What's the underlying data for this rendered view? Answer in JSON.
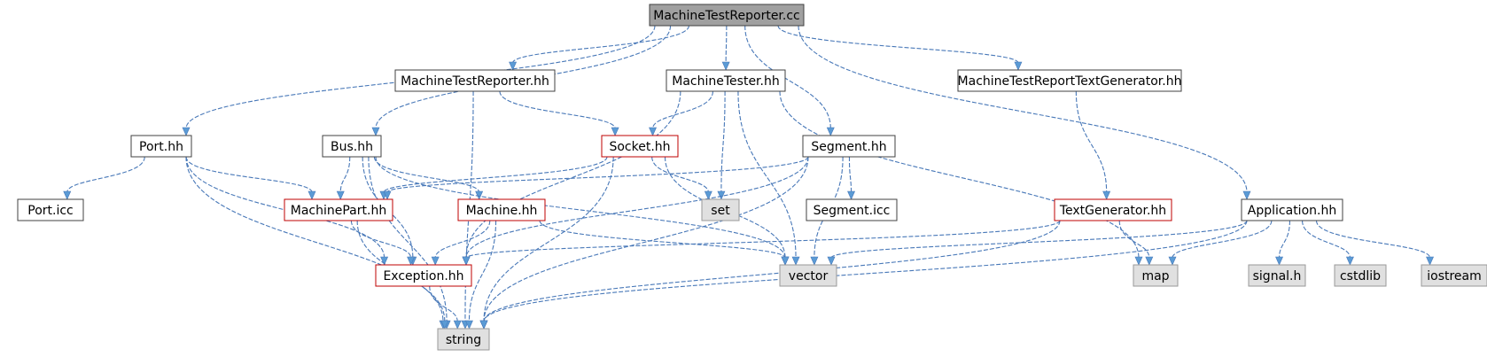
{
  "colors": {
    "edge": "#4878b8",
    "arrow": "#5b9bd5",
    "root_fill": "#a0a0a0",
    "header_fill": "#ffffff",
    "system_fill": "#e0e0e0",
    "plain_border": "#404040",
    "incomplete_border": "#bf0000",
    "system_border": "#999999"
  },
  "nodes": [
    {
      "id": "mtr_cc",
      "label": "MachineTestReporter.cc",
      "kind": "root"
    },
    {
      "id": "mtr_hh",
      "label": "MachineTestReporter.hh",
      "kind": "plain"
    },
    {
      "id": "mtester_hh",
      "label": "MachineTester.hh",
      "kind": "plain"
    },
    {
      "id": "mtrtg_hh",
      "label": "MachineTestReportTextGenerator.hh",
      "kind": "plain"
    },
    {
      "id": "port_hh",
      "label": "Port.hh",
      "kind": "plain"
    },
    {
      "id": "bus_hh",
      "label": "Bus.hh",
      "kind": "plain"
    },
    {
      "id": "socket_hh",
      "label": "Socket.hh",
      "kind": "incomplete"
    },
    {
      "id": "segment_hh",
      "label": "Segment.hh",
      "kind": "plain"
    },
    {
      "id": "port_icc",
      "label": "Port.icc",
      "kind": "plain"
    },
    {
      "id": "machinepart_hh",
      "label": "MachinePart.hh",
      "kind": "incomplete"
    },
    {
      "id": "machine_hh",
      "label": "Machine.hh",
      "kind": "incomplete"
    },
    {
      "id": "set",
      "label": "set",
      "kind": "system"
    },
    {
      "id": "segment_icc",
      "label": "Segment.icc",
      "kind": "plain"
    },
    {
      "id": "textgen_hh",
      "label": "TextGenerator.hh",
      "kind": "incomplete"
    },
    {
      "id": "application_hh",
      "label": "Application.hh",
      "kind": "plain"
    },
    {
      "id": "exception_hh",
      "label": "Exception.hh",
      "kind": "incomplete"
    },
    {
      "id": "vector",
      "label": "vector",
      "kind": "system"
    },
    {
      "id": "map",
      "label": "map",
      "kind": "system"
    },
    {
      "id": "signal_h",
      "label": "signal.h",
      "kind": "system"
    },
    {
      "id": "cstdlib",
      "label": "cstdlib",
      "kind": "system"
    },
    {
      "id": "iostream",
      "label": "iostream",
      "kind": "system"
    },
    {
      "id": "string",
      "label": "string",
      "kind": "system"
    }
  ],
  "edges": [
    [
      "mtr_cc",
      "mtr_hh"
    ],
    [
      "mtr_cc",
      "mtester_hh"
    ],
    [
      "mtr_cc",
      "mtrtg_hh"
    ],
    [
      "mtr_cc",
      "port_hh"
    ],
    [
      "mtr_cc",
      "bus_hh"
    ],
    [
      "mtr_cc",
      "segment_hh"
    ],
    [
      "mtr_cc",
      "application_hh"
    ],
    [
      "mtr_hh",
      "socket_hh"
    ],
    [
      "mtr_hh",
      "string"
    ],
    [
      "mtester_hh",
      "socket_hh"
    ],
    [
      "mtester_hh",
      "set"
    ],
    [
      "mtester_hh",
      "exception_hh"
    ],
    [
      "mtester_hh",
      "vector"
    ],
    [
      "mtester_hh",
      "map"
    ],
    [
      "mtrtg_hh",
      "textgen_hh"
    ],
    [
      "port_hh",
      "port_icc"
    ],
    [
      "port_hh",
      "machinepart_hh"
    ],
    [
      "port_hh",
      "exception_hh"
    ],
    [
      "port_hh",
      "string"
    ],
    [
      "bus_hh",
      "machinepart_hh"
    ],
    [
      "bus_hh",
      "machine_hh"
    ],
    [
      "bus_hh",
      "exception_hh"
    ],
    [
      "bus_hh",
      "vector"
    ],
    [
      "bus_hh",
      "string"
    ],
    [
      "socket_hh",
      "machinepart_hh"
    ],
    [
      "socket_hh",
      "set"
    ],
    [
      "socket_hh",
      "vector"
    ],
    [
      "socket_hh",
      "string"
    ],
    [
      "segment_hh",
      "machinepart_hh"
    ],
    [
      "segment_hh",
      "segment_icc"
    ],
    [
      "segment_hh",
      "exception_hh"
    ],
    [
      "segment_hh",
      "vector"
    ],
    [
      "segment_hh",
      "string"
    ],
    [
      "machinepart_hh",
      "exception_hh"
    ],
    [
      "machinepart_hh",
      "string"
    ],
    [
      "machine_hh",
      "exception_hh"
    ],
    [
      "machine_hh",
      "vector"
    ],
    [
      "machine_hh",
      "string"
    ],
    [
      "exception_hh",
      "string"
    ],
    [
      "textgen_hh",
      "exception_hh"
    ],
    [
      "textgen_hh",
      "map"
    ],
    [
      "textgen_hh",
      "string"
    ],
    [
      "application_hh",
      "vector"
    ],
    [
      "application_hh",
      "map"
    ],
    [
      "application_hh",
      "signal_h"
    ],
    [
      "application_hh",
      "cstdlib"
    ],
    [
      "application_hh",
      "iostream"
    ],
    [
      "application_hh",
      "string"
    ]
  ]
}
